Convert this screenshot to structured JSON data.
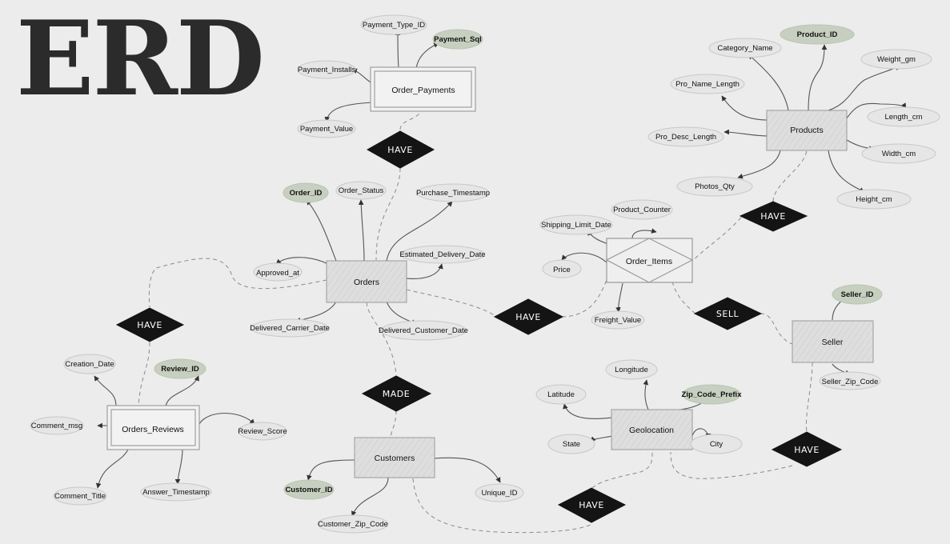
{
  "title": "ERD",
  "entities": {
    "order_payments": "Order_Payments",
    "orders": "Orders",
    "products": "Products",
    "order_items": "Order_Items",
    "seller": "Seller",
    "geolocation": "Geolocation",
    "customers": "Customers",
    "orders_reviews": "Orders_Reviews"
  },
  "relationships": {
    "have_payments": "HAVE",
    "have_reviews": "HAVE",
    "have_products": "HAVE",
    "have_items": "HAVE",
    "sell": "SELL",
    "made": "MADE",
    "have_geo_customers": "HAVE",
    "have_geo_seller": "HAVE"
  },
  "attributes": {
    "payment_type_id": "Payment_Type_ID",
    "payment_sql": "Payment_Sql",
    "payment_installs": "Payment_Installs",
    "payment_value": "Payment_Value",
    "order_id": "Order_ID",
    "order_status": "Order_Status",
    "purchase_timestamp": "Purchase_Timestamp",
    "approved_at": "Approved_at",
    "estimated_delivery_date": "Estimated_Delivery_Date",
    "delivered_carrier_date": "Delivered_Carrier_Date",
    "delivered_customer_date": "Delivered_Customer_Date",
    "category_name": "Category_Name",
    "product_id": "Product_ID",
    "weight_gm": "Weight_gm",
    "pro_name_length": "Pro_Name_Length",
    "length_cm": "Length_cm",
    "pro_desc_length": "Pro_Desc_Length",
    "width_cm": "Width_cm",
    "photos_qty": "Photos_Qty",
    "height_cm": "Height_cm",
    "product_counter": "Product_Counter",
    "shipping_limit_date": "Shipping_Limit_Date",
    "price": "Price",
    "freight_value": "Freight_Value",
    "seller_id": "Seller_ID",
    "seller_zip_code": "Seller_Zip_Code",
    "longitude": "Longitude",
    "latitude": "Latitude",
    "zip_code_prefix": "Zip_Code_Prefix",
    "state": "State",
    "city": "City",
    "creation_date": "Creation_Date",
    "review_id": "Review_ID",
    "comment_msg": "Comment_msg",
    "review_score": "Review_Score",
    "comment_title": "Comment_Title",
    "answer_timestamp": "Answer_Timestamp",
    "customer_id": "Customer_ID",
    "unique_id": "Unique_ID",
    "customer_zip_code": "Customer_Zip_Code"
  }
}
